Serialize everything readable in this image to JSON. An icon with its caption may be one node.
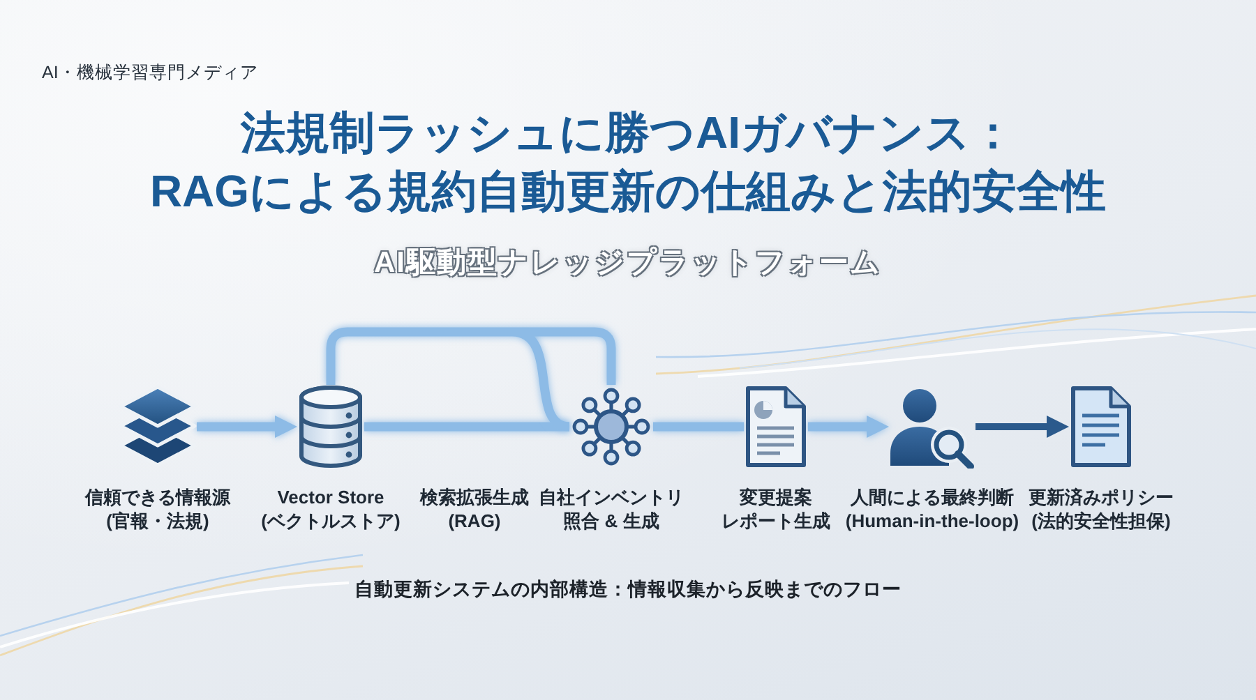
{
  "diagram": {
    "title": "法規制ラッシュに勝つAIガバナンス：RAGによる規約自動更新の仕組みと法的安全性",
    "caption": "自動更新システムの内部構造：情報収集から反映までのフロー",
    "nodes": [
      {
        "text": [],
        "shape": "layers",
        "beside": [
          "信頼できる情報源(官報・法規)"
        ]
      },
      {
        "text": [],
        "shape": "cylinder",
        "beside": [
          "Vector Store (ベクトルストア)"
        ]
      },
      {
        "text": [],
        "shape": "network",
        "beside": [
          "自社インベントリ照合 & 生成"
        ]
      },
      {
        "text": [],
        "shape": "document",
        "beside": [
          "変更提案レポート生成"
        ]
      },
      {
        "text": [],
        "shape": "person",
        "beside": [
          "人間による最終判断(Human-in-the-loop)"
        ]
      },
      {
        "text": [],
        "shape": "document",
        "beside": [
          "更新済みポリシー(法的安全性担保)"
        ]
      }
    ],
    "edges": [
      {
        "from": 0,
        "to": 1,
        "arrow": "to"
      },
      {
        "from": 1,
        "to": 2,
        "arrow": "none"
      },
      {
        "from": 1,
        "to": 2,
        "arrow": "none"
      },
      {
        "from": 2,
        "to": 3,
        "arrow": "none"
      },
      {
        "from": 3,
        "to": 4,
        "arrow": "to"
      },
      {
        "from": 4,
        "to": 5,
        "arrow": "to",
        "color": "#2b5a8c"
      }
    ],
    "labels": [
      "AI・機械学習専門メディア",
      "AI駆動型ナレッジプラットフォーム",
      "検索拡張生成(RAG)"
    ]
  }
}
